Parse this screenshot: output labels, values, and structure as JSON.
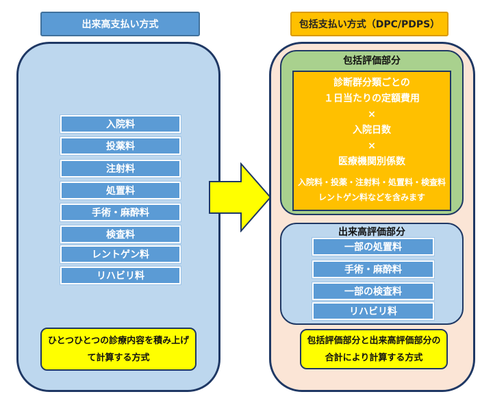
{
  "left": {
    "title": "出来高支払い方式",
    "items": [
      "入院料",
      "投薬料",
      "注射料",
      "処置料",
      "手術・麻酔料",
      "検査料",
      "レントゲン料",
      "リハビリ料"
    ],
    "note_line1": "ひとつひとつの診療内容を積み上げ",
    "note_line2": "て計算する方式"
  },
  "right": {
    "title": "包括支払い方式（DPC/PDPS）",
    "inclusive": {
      "title": "包括評価部分",
      "lines": [
        "診断群分類ごとの",
        "１日当たりの定額費用",
        "×",
        "入院日数",
        "×",
        "医療機関別係数"
      ],
      "note_line1": "入院料・投薬・注射料・処置料・検査料",
      "note_line2": "レントゲン料などを含みます"
    },
    "fee": {
      "title": "出来高評価部分",
      "items": [
        "一部の処置料",
        "手術・麻酔料",
        "一部の検査料",
        "リハビリ料"
      ]
    },
    "note_line1": "包括評価部分と出来高評価部分の",
    "note_line2": "合計により計算する方式"
  },
  "colors": {
    "blue": "#5b9bd5",
    "light_blue": "#bdd7ee",
    "orange": "#ffc000",
    "green": "#a9d18e",
    "peach": "#fbe5d6",
    "yellow": "#ffff00",
    "navy": "#1f3864"
  }
}
